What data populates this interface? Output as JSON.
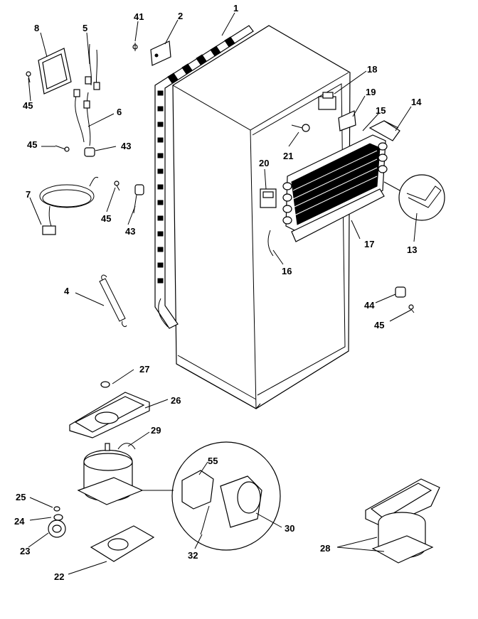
{
  "labels": {
    "p1": "1",
    "p2": "2",
    "p4": "4",
    "p5": "5",
    "p6": "6",
    "p7": "7",
    "p8": "8",
    "p13": "13",
    "p14": "14",
    "p15": "15",
    "p16": "16",
    "p17": "17",
    "p18": "18",
    "p19": "19",
    "p20": "20",
    "p21": "21",
    "p22": "22",
    "p23": "23",
    "p24": "24",
    "p25": "25",
    "p26": "26",
    "p27": "27",
    "p28": "28",
    "p29": "29",
    "p30": "30",
    "p32": "32",
    "p41": "41",
    "p43a": "43",
    "p43b": "43",
    "p44": "44",
    "p45a": "45",
    "p45b": "45",
    "p45c": "45",
    "p45d": "45",
    "p55": "55"
  }
}
